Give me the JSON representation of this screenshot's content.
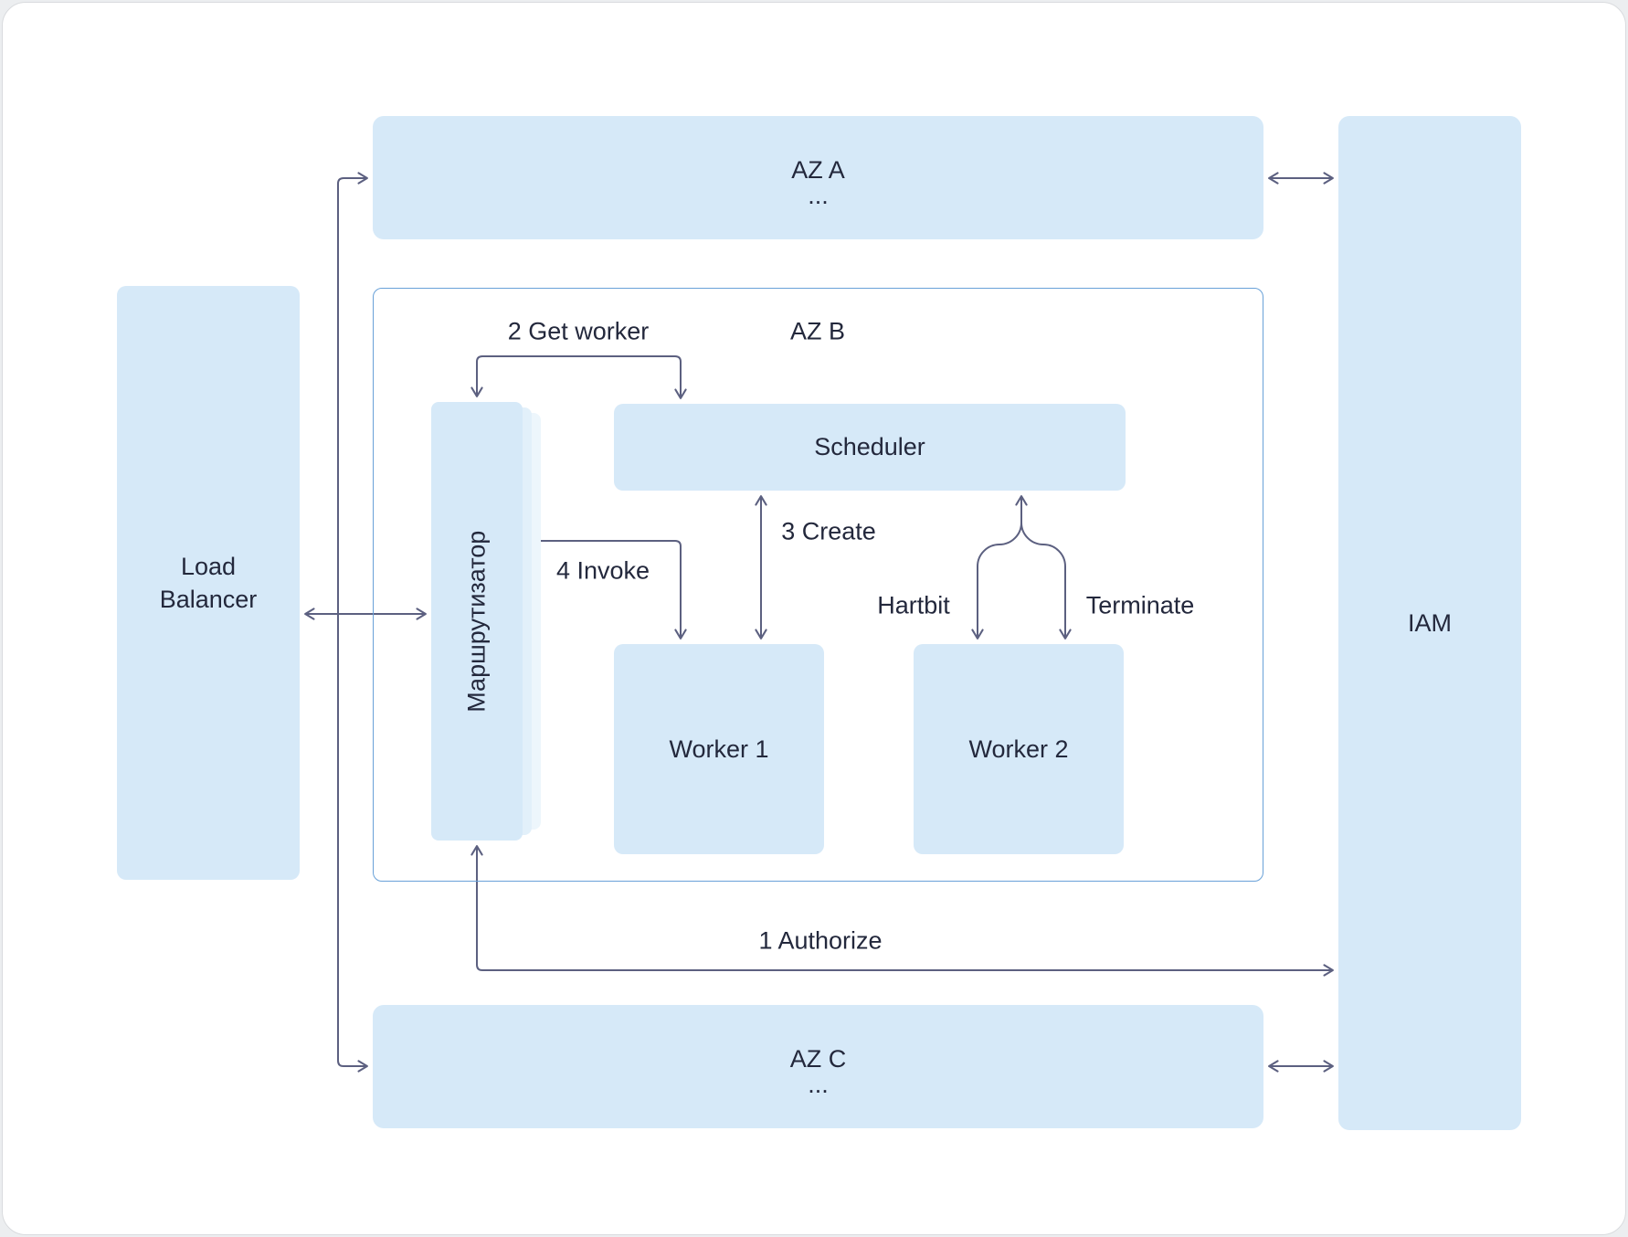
{
  "colors": {
    "node_fill": "#d6e9f8",
    "node_fill_layer2": "#e2f0fa",
    "node_fill_layer3": "#edf6fc",
    "arrow": "#5c6080",
    "text": "#23283c",
    "az_b_border": "#69a1d8",
    "card_bg": "#ffffff",
    "page_bg": "#eceef0"
  },
  "nodes": {
    "load_balancer": {
      "label": "Load Balancer"
    },
    "az_a": {
      "label": "AZ A",
      "dots": "..."
    },
    "az_b": {
      "label": "AZ B"
    },
    "az_c": {
      "label": "AZ C",
      "dots": "..."
    },
    "iam": {
      "label": "IAM"
    },
    "router": {
      "label": "Маршрутизатор"
    },
    "scheduler": {
      "label": "Scheduler"
    },
    "worker_1": {
      "label": "Worker 1"
    },
    "worker_2": {
      "label": "Worker 2"
    }
  },
  "edges": {
    "authorize": {
      "label": "1 Authorize"
    },
    "get_worker": {
      "label": "2 Get worker"
    },
    "create": {
      "label": "3 Create"
    },
    "invoke": {
      "label": "4 Invoke"
    },
    "hartbit": {
      "label": "Hartbit"
    },
    "terminate": {
      "label": "Terminate"
    }
  }
}
